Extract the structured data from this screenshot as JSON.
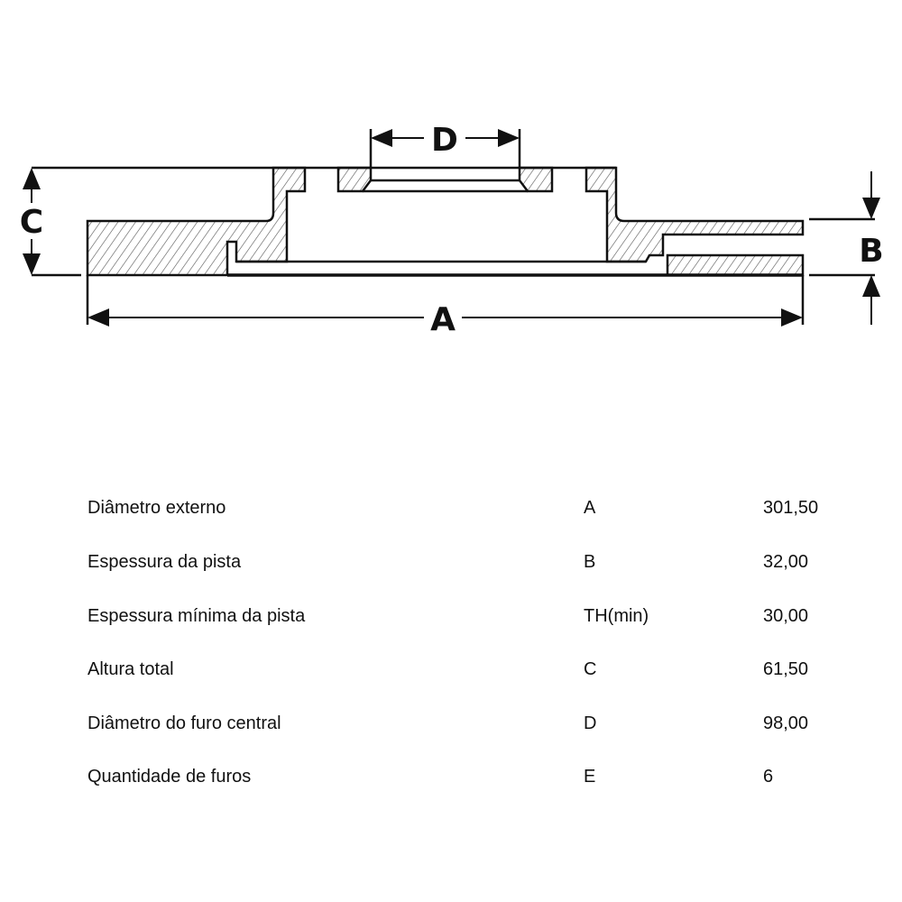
{
  "diagram": {
    "labels": {
      "A": "A",
      "B": "B",
      "C": "C",
      "D": "D"
    }
  },
  "specs": [
    {
      "name": "Diâmetro externo",
      "code": "A",
      "value": "301,50"
    },
    {
      "name": "Espessura da pista",
      "code": "B",
      "value": "32,00"
    },
    {
      "name": "Espessura mínima da pista",
      "code": "TH(min)",
      "value": "30,00"
    },
    {
      "name": "Altura total",
      "code": "C",
      "value": "61,50"
    },
    {
      "name": "Diâmetro do furo central",
      "code": "D",
      "value": "98,00"
    },
    {
      "name": "Quantidade de furos",
      "code": "E",
      "value": "6"
    }
  ]
}
